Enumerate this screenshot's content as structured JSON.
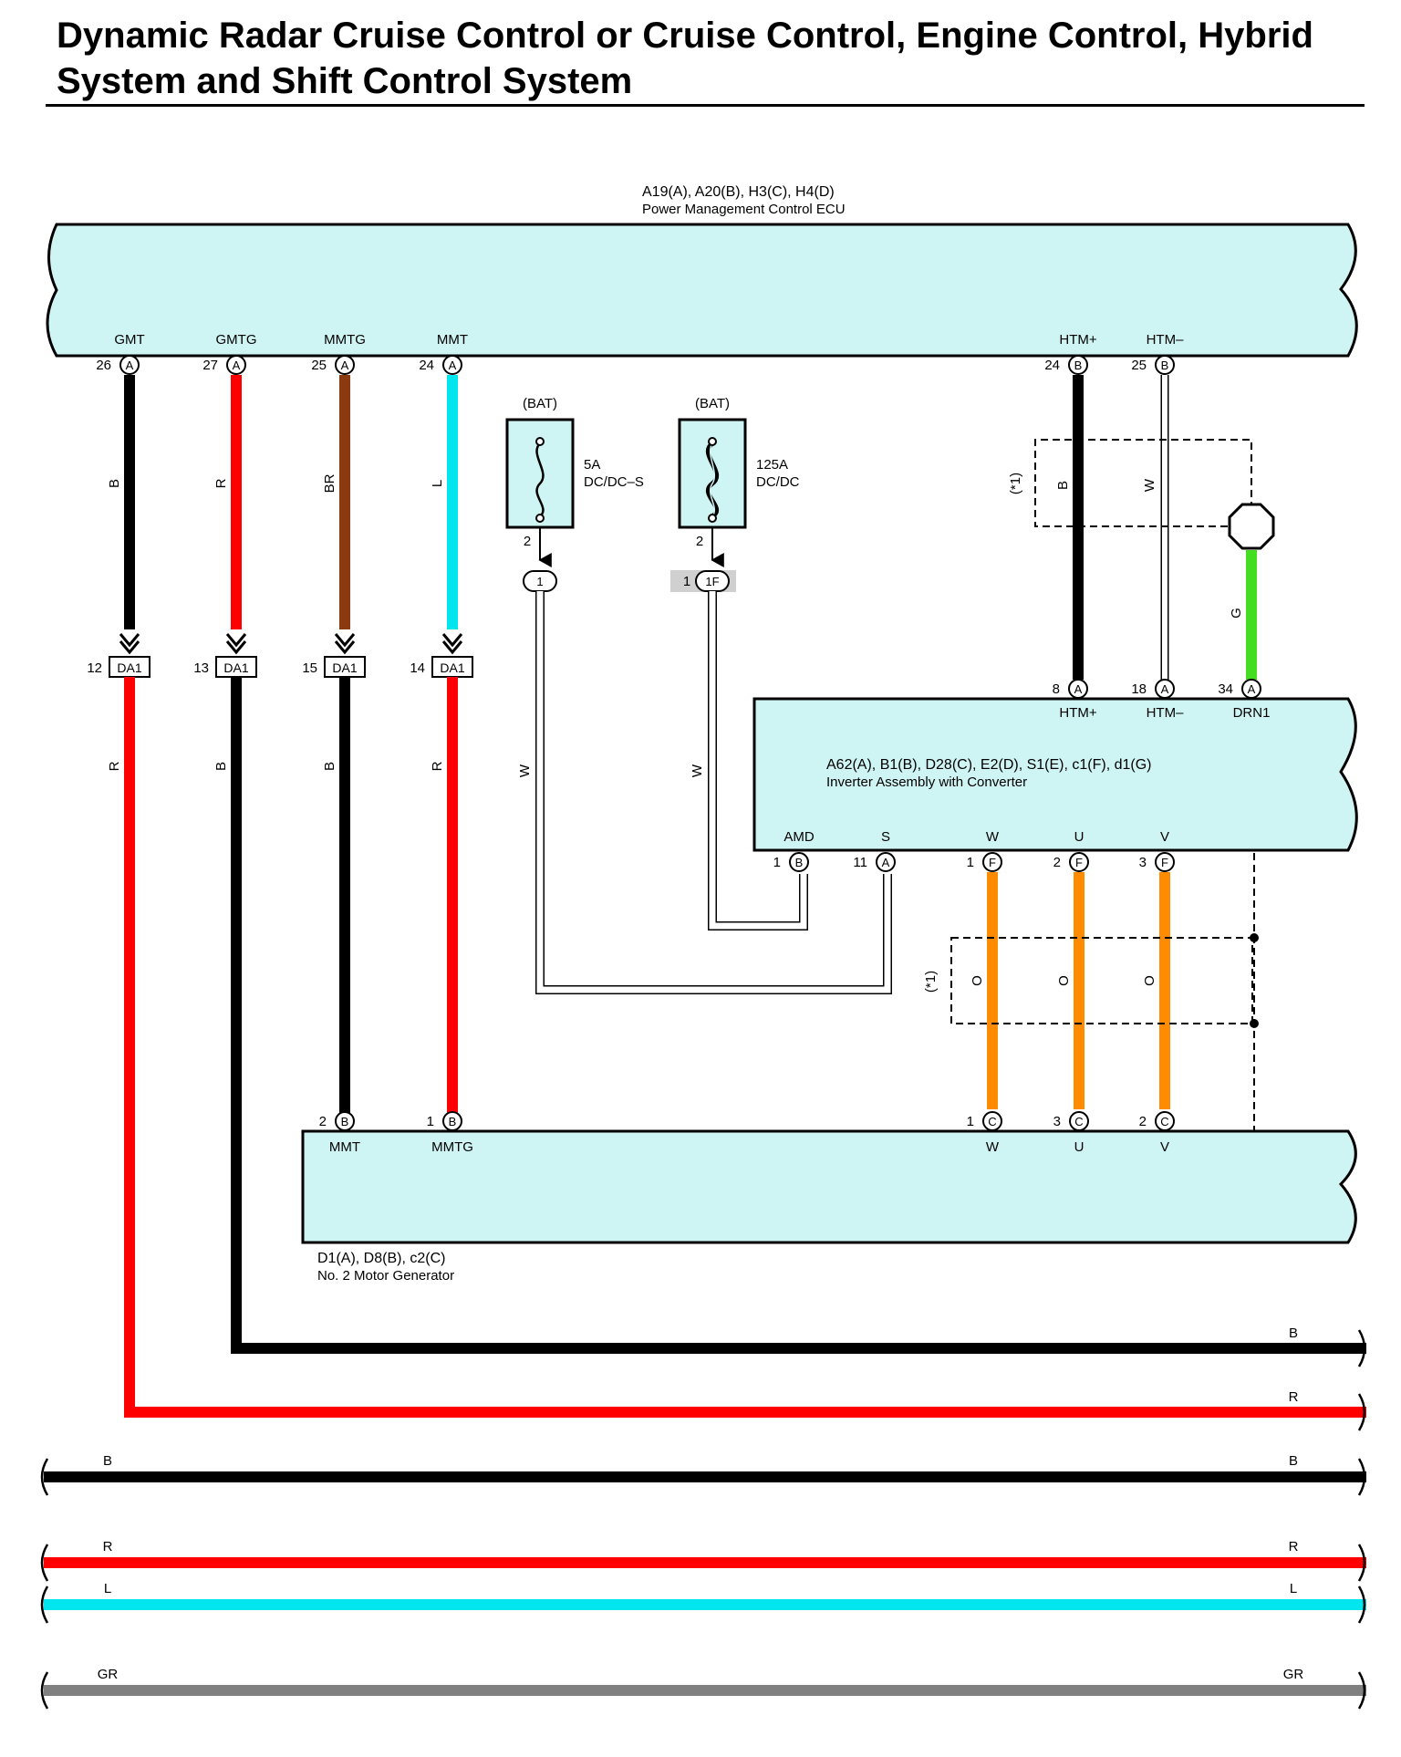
{
  "title": "Dynamic Radar Cruise Control or Cruise Control, Engine Control, Hybrid System and Shift Control System",
  "colors": {
    "B": "#000000",
    "R": "#ff0000",
    "BR": "#8b3a0f",
    "L": "#00e5ee",
    "W": "#ffffff",
    "G": "#44dd22",
    "O": "#ff8c00",
    "GR": "#808080",
    "component_fill": "#cff4f4"
  },
  "ecu": {
    "connectors": "A19(A), A20(B), H3(C), H4(D)",
    "name": "Power Management Control ECU",
    "terminals": [
      {
        "label": "GMT",
        "pin": "26",
        "conn": "A",
        "wire": "B"
      },
      {
        "label": "GMTG",
        "pin": "27",
        "conn": "A",
        "wire": "R"
      },
      {
        "label": "MMTG",
        "pin": "25",
        "conn": "A",
        "wire": "BR"
      },
      {
        "label": "MMT",
        "pin": "24",
        "conn": "A",
        "wire": "L"
      },
      {
        "label": "HTM+",
        "pin": "24",
        "conn": "B",
        "wire": "B"
      },
      {
        "label": "HTM–",
        "pin": "25",
        "conn": "B",
        "wire": "W"
      }
    ]
  },
  "junctions": [
    {
      "pin": "12",
      "id": "DA1",
      "wire_out": "R"
    },
    {
      "pin": "13",
      "id": "DA1",
      "wire_out": "B"
    },
    {
      "pin": "15",
      "id": "DA1",
      "wire_out": "B"
    },
    {
      "pin": "14",
      "id": "DA1",
      "wire_out": "R"
    }
  ],
  "fuses": [
    {
      "source": "(BAT)",
      "rating": "5A",
      "name": "DC/DC–S",
      "pin": "2",
      "conn": "1",
      "wire": "W"
    },
    {
      "source": "(BAT)",
      "rating": "125A",
      "name": "DC/DC",
      "pin": "2",
      "conn": "1F",
      "conn_pin": "1",
      "wire": "W"
    }
  ],
  "shield_note": "(*1)",
  "inverter": {
    "connectors": "A62(A), B1(B), D28(C), E2(D), S1(E), c1(F), d1(G)",
    "name": "Inverter Assembly with Converter",
    "top_terminals": [
      {
        "label": "HTM+",
        "pin": "8",
        "conn": "A"
      },
      {
        "label": "HTM–",
        "pin": "18",
        "conn": "A"
      },
      {
        "label": "DRN1",
        "pin": "34",
        "conn": "A",
        "wire": "G"
      }
    ],
    "bottom_terminals": [
      {
        "label": "AMD",
        "pin": "1",
        "conn": "B"
      },
      {
        "label": "S",
        "pin": "11",
        "conn": "A"
      },
      {
        "label": "W",
        "pin": "1",
        "conn": "F",
        "wire": "O"
      },
      {
        "label": "U",
        "pin": "2",
        "conn": "F",
        "wire": "O"
      },
      {
        "label": "V",
        "pin": "3",
        "conn": "F",
        "wire": "O"
      }
    ]
  },
  "motor": {
    "connectors": "D1(A), D8(B), c2(C)",
    "name": "No.  2 Motor Generator",
    "terminals": [
      {
        "label": "MMT",
        "pin": "2",
        "conn": "B"
      },
      {
        "label": "MMTG",
        "pin": "1",
        "conn": "B"
      },
      {
        "label": "W",
        "pin": "1",
        "conn": "C"
      },
      {
        "label": "U",
        "pin": "3",
        "conn": "C"
      },
      {
        "label": "V",
        "pin": "2",
        "conn": "C"
      }
    ]
  },
  "buses": [
    {
      "left": "",
      "right": "B",
      "color": "B"
    },
    {
      "left": "",
      "right": "R",
      "color": "R"
    },
    {
      "left": "B",
      "right": "B",
      "color": "B"
    },
    {
      "left": "R",
      "right": "R",
      "color": "R"
    },
    {
      "left": "L",
      "right": "L",
      "color": "L"
    },
    {
      "left": "GR",
      "right": "GR",
      "color": "GR"
    }
  ]
}
